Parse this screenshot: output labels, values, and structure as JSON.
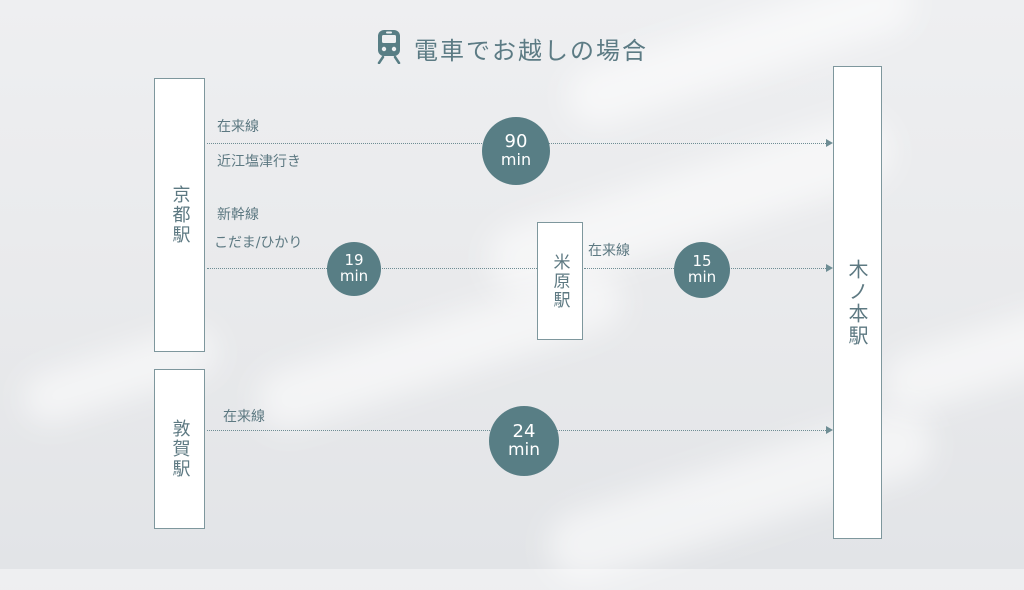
{
  "title": "電車でお越しの場合",
  "icon": "train-icon",
  "colors": {
    "accent": "#587e85",
    "text": "#5d7982",
    "box_border": "#7e979d"
  },
  "stations": {
    "kyoto": "京都駅",
    "tsuruga": "敦賀駅",
    "maibara": "米原駅",
    "kinomoto": "木ノ本駅"
  },
  "routes": {
    "kyoto_direct": {
      "line": "在来線",
      "sub": "近江塩津行き",
      "time": "90",
      "unit": "min"
    },
    "kyoto_shinkansen": {
      "line": "新幹線",
      "sub": "こだま/ひかり",
      "time": "19",
      "unit": "min"
    },
    "maibara_local": {
      "line": "在来線",
      "time": "15",
      "unit": "min"
    },
    "tsuruga_local": {
      "line": "在来線",
      "time": "24",
      "unit": "min"
    }
  }
}
